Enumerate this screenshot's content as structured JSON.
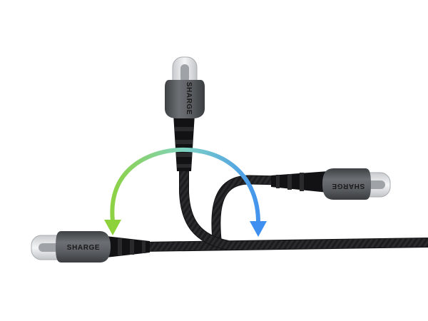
{
  "product": {
    "brand_left": "SHARGE",
    "brand_top": "SHARGE",
    "brand_right": "SHARGE"
  },
  "colors": {
    "background": "#ffffff",
    "cable_braid": "#1c1c1e",
    "housing_metal": "#5a5d61",
    "connector_tip": "#e6e7e9",
    "arrow_green": "#8ed23b",
    "arrow_blue": "#3f8ff0"
  },
  "icons": {
    "left_arrow": "bend-arrow-down-green",
    "right_arrow": "bend-arrow-down-blue"
  }
}
